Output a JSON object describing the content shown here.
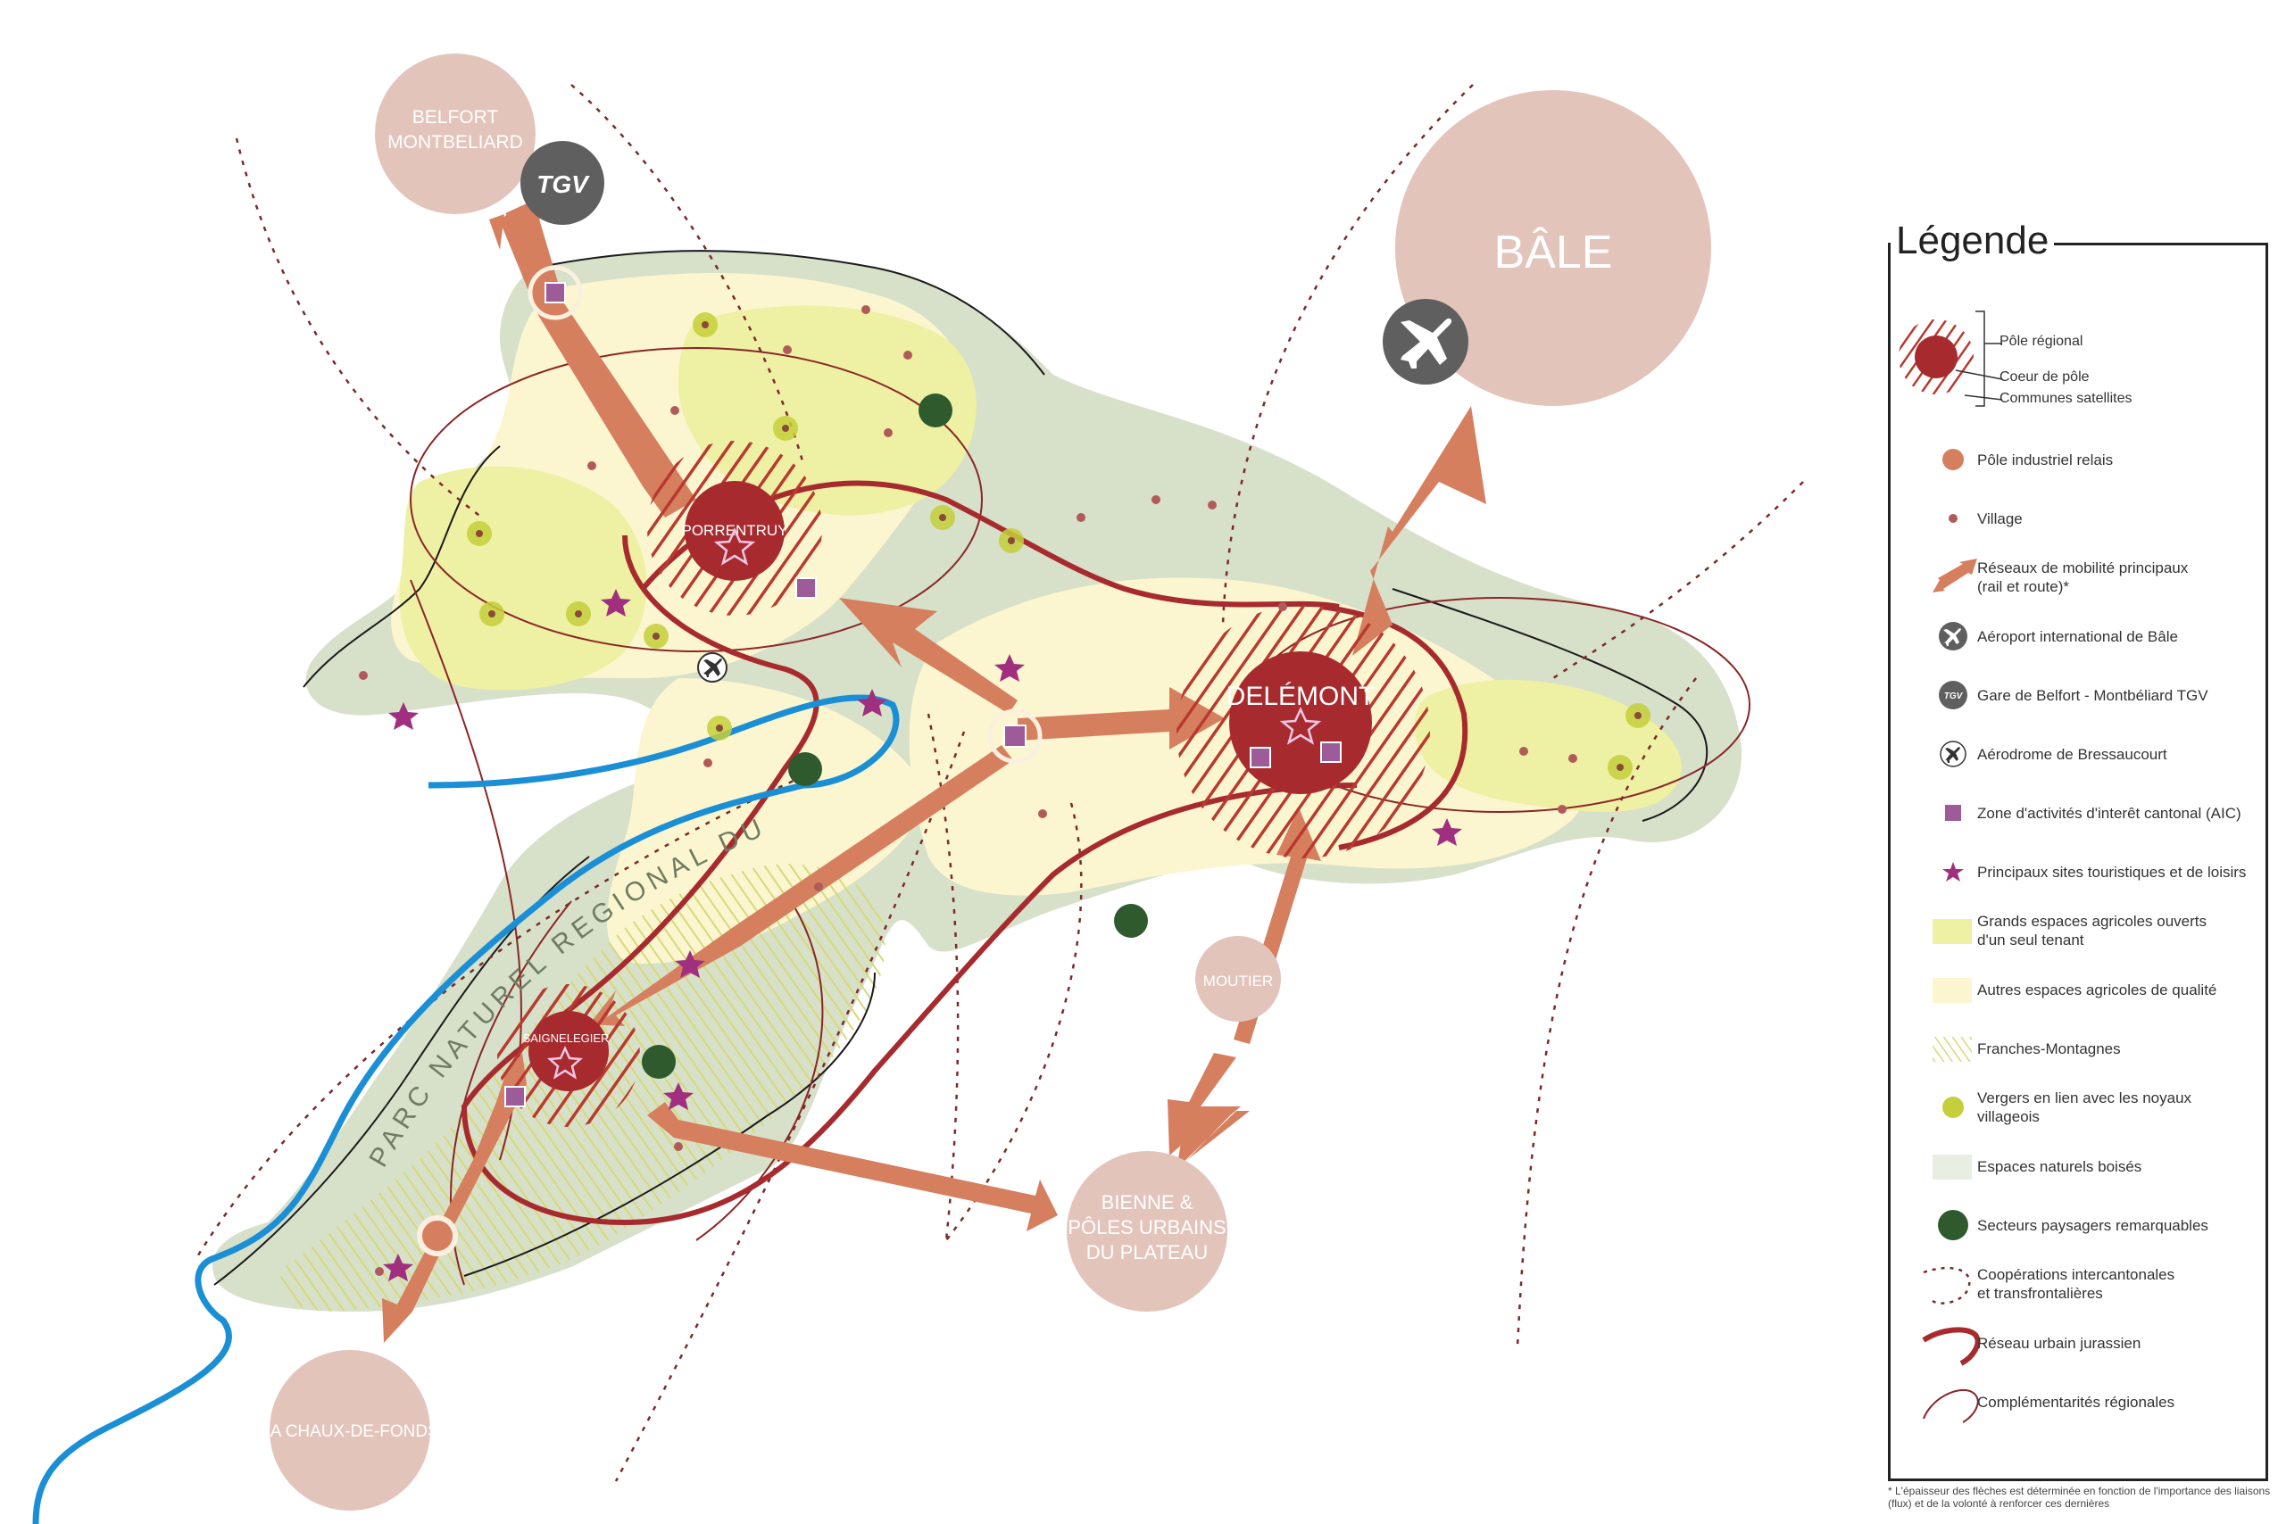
{
  "cities": {
    "belfort": "BELFORT\nMONTBELIARD",
    "bale": "BÂLE",
    "porrentruy": "PORRENTRUY",
    "delemont": "DELÉMONT",
    "saignelegier": "SAIGNELEGIER",
    "moutier": "MOUTIER",
    "bienne": "BIENNE &\nPÔLES URBAINS\nDU PLATEAU",
    "chaux": "LA CHAUX-DE-FONDS"
  },
  "tgv_label": "TGV",
  "park_label": "PARC NATUREL REGIONAL DU DOUBS",
  "legend": {
    "title": "Légende",
    "pole_regional": "Pôle régional",
    "coeur_pole": "Coeur de pôle",
    "communes_satellites": "Communes satellites",
    "items": [
      {
        "label": "Pôle industriel relais",
        "icon": "orange-dot"
      },
      {
        "label": "Village",
        "icon": "small-dot"
      },
      {
        "label": "Réseaux de mobilité principaux\n(rail et route)*",
        "icon": "double-arrow"
      },
      {
        "label": "Aéroport international de Bâle",
        "icon": "airplane-dark"
      },
      {
        "label": "Gare de Belfort - Montbéliard TGV",
        "icon": "tgv-dark"
      },
      {
        "label": "Aérodrome de Bressaucourt",
        "icon": "airplane-outline"
      },
      {
        "label": "Zone d'activités d'interêt cantonal (AIC)",
        "icon": "purple-square"
      },
      {
        "label": "Principaux sites touristiques et de loisirs",
        "icon": "star"
      },
      {
        "label": "Grands espaces agricoles ouverts\nd'un seul tenant",
        "icon": "yellow-green-box"
      },
      {
        "label": "Autres espaces agricoles de qualité",
        "icon": "light-yellow-box"
      },
      {
        "label": "Franches-Montagnes",
        "icon": "hatched-box"
      },
      {
        "label": "Vergers en lien avec les noyaux villageois",
        "icon": "lime-dot"
      },
      {
        "label": "Espaces naturels boisés",
        "icon": "pale-green-box"
      },
      {
        "label": "Secteurs paysagers remarquables",
        "icon": "dark-green-dot"
      },
      {
        "label": "Coopérations intercantonales\net transfrontalières",
        "icon": "dotted-curve"
      },
      {
        "label": "Réseau urbain jurassien",
        "icon": "thick-red-curve"
      },
      {
        "label": "Complémentarités régionales",
        "icon": "thin-red-curve"
      }
    ],
    "footnote": "* L'épaisseur des flèches est déterminée en fonction de l'importance des liaisons (flux) et de la volonté à renforcer ces dernières"
  },
  "colors": {
    "forest": "#d7e0c9",
    "agri_open": "#eef0a3",
    "agri_quality": "#fbf6cf",
    "red": "#a72b2e",
    "arrow": "#d57f5f",
    "city_circle": "#e3c4bb",
    "purple": "#9d5b9a",
    "star": "#a0307f",
    "river": "#1a8fd6",
    "dark_green": "#2e5a2e",
    "lime": "#c5cf3b"
  }
}
